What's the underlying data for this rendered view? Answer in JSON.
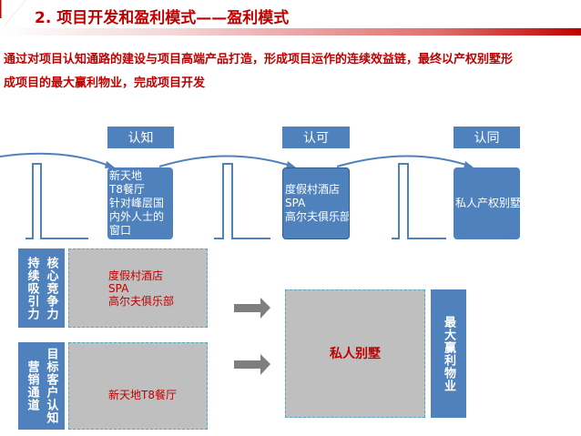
{
  "title": "2. 项目开发和盈利模式——盈利模式",
  "intro": {
    "line1": "通过对项目认知通路的建设与项目高端产品打造，形成项目运作的连续效益链，最终以产权别墅形",
    "line2": "成项目的最大赢利物业，完成项目开发"
  },
  "stages": [
    {
      "label": "认知",
      "lines": [
        "新天地",
        "T8餐厅",
        "针对峰层国",
        "内外人士的",
        "窗口"
      ]
    },
    {
      "label": "认可",
      "lines": [
        "度假村酒店",
        "SPA",
        "高尔夫俱乐部"
      ]
    },
    {
      "label": "认同",
      "lines": [
        "私人产权别墅"
      ]
    }
  ],
  "left_labels": [
    {
      "col1": "持续吸引力",
      "col2": "核心竞争力"
    },
    {
      "col1": "营销通道",
      "col2": "目标客户认知"
    }
  ],
  "gray_boxes": [
    {
      "lines": [
        "度假村酒店",
        "SPA",
        "高尔夫俱乐部"
      ]
    },
    {
      "lines": [
        "新天地T8餐厅"
      ]
    }
  ],
  "center_box": "私人别墅",
  "right_label": "最大赢利物业",
  "colors": {
    "accent": "#c00000",
    "blue": "#4f81bd",
    "gray": "#bfbfbf"
  }
}
